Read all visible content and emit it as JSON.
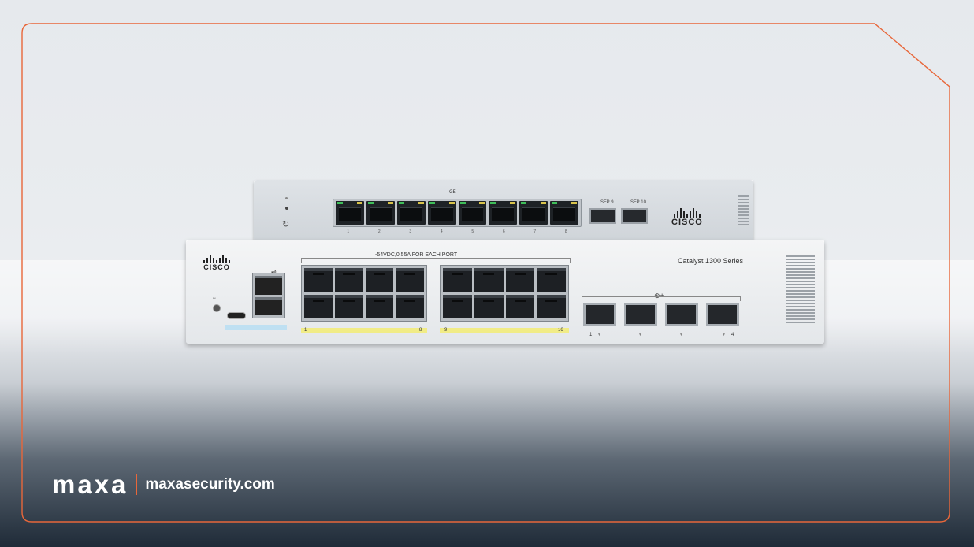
{
  "frame": {
    "accent_color": "#e8673a"
  },
  "top_switch": {
    "port_group_label": "GE",
    "port_numbers": [
      "1",
      "2",
      "3",
      "4",
      "5",
      "6",
      "7",
      "8"
    ],
    "sfp_labels": [
      "SFP 9",
      "SFP 10"
    ],
    "brand": "CISCO"
  },
  "bottom_switch": {
    "brand": "CISCO",
    "series": "Catalyst 1300 Series",
    "poe_label": "-54VDC,0.55A FOR EACH PORT",
    "group1_numbers": [
      "1",
      "8"
    ],
    "group2_numbers": [
      "9",
      "16"
    ],
    "sfp_numbers": [
      "1",
      "4"
    ]
  },
  "brand": {
    "logo": "maxa",
    "website": "maxasecurity.com",
    "accent_color": "#e8673a"
  }
}
